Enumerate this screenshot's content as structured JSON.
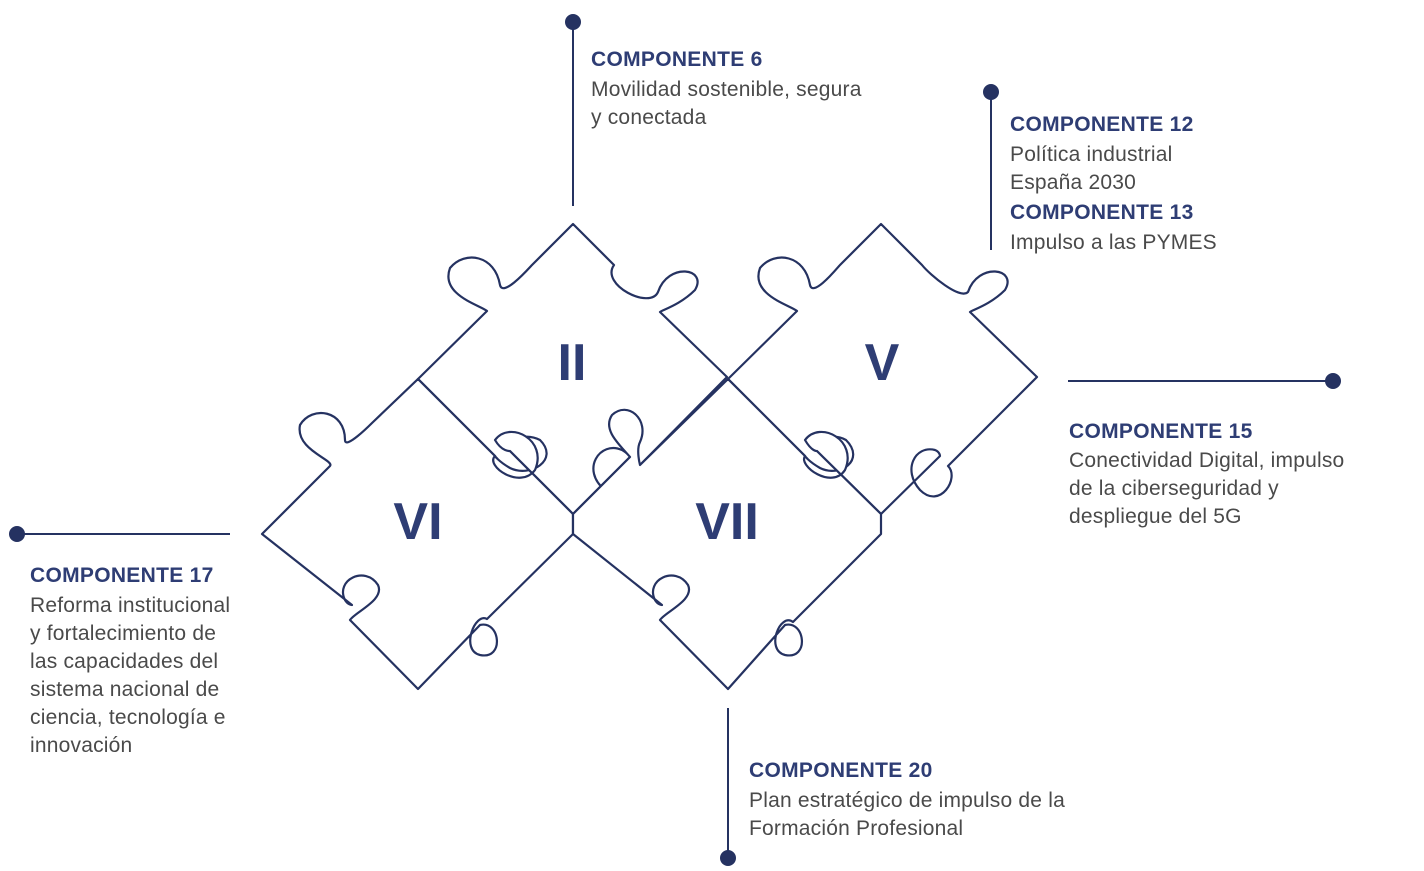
{
  "colors": {
    "accent": "#2e3d74",
    "text": "#4a4a4a",
    "outline": "#253261"
  },
  "pieces": [
    {
      "id": "piece-ii",
      "numeral": "II"
    },
    {
      "id": "piece-v",
      "numeral": "V"
    },
    {
      "id": "piece-vi",
      "numeral": "VI"
    },
    {
      "id": "piece-vii",
      "numeral": "VII"
    }
  ],
  "callouts": {
    "c6": {
      "title": "COMPONENTE 6",
      "text": "Movilidad sostenible, segura\ny conectada"
    },
    "c12": {
      "title": "COMPONENTE 12",
      "text": "Política industrial\nEspaña 2030"
    },
    "c13": {
      "title": "COMPONENTE 13",
      "text": "Impulso a las PYMES"
    },
    "c15": {
      "title": "COMPONENTE 15",
      "text": "Conectividad Digital, impulso\nde la ciberseguridad y\ndespliegue del 5G"
    },
    "c17": {
      "title": "COMPONENTE 17",
      "text": "Reforma institucional\ny fortalecimiento de\nlas capacidades del\nsistema nacional de\nciencia, tecnología e\ninnovación"
    },
    "c20": {
      "title": "COMPONENTE 20",
      "text": "Plan estratégico de impulso de la\nFormación Profesional"
    }
  }
}
